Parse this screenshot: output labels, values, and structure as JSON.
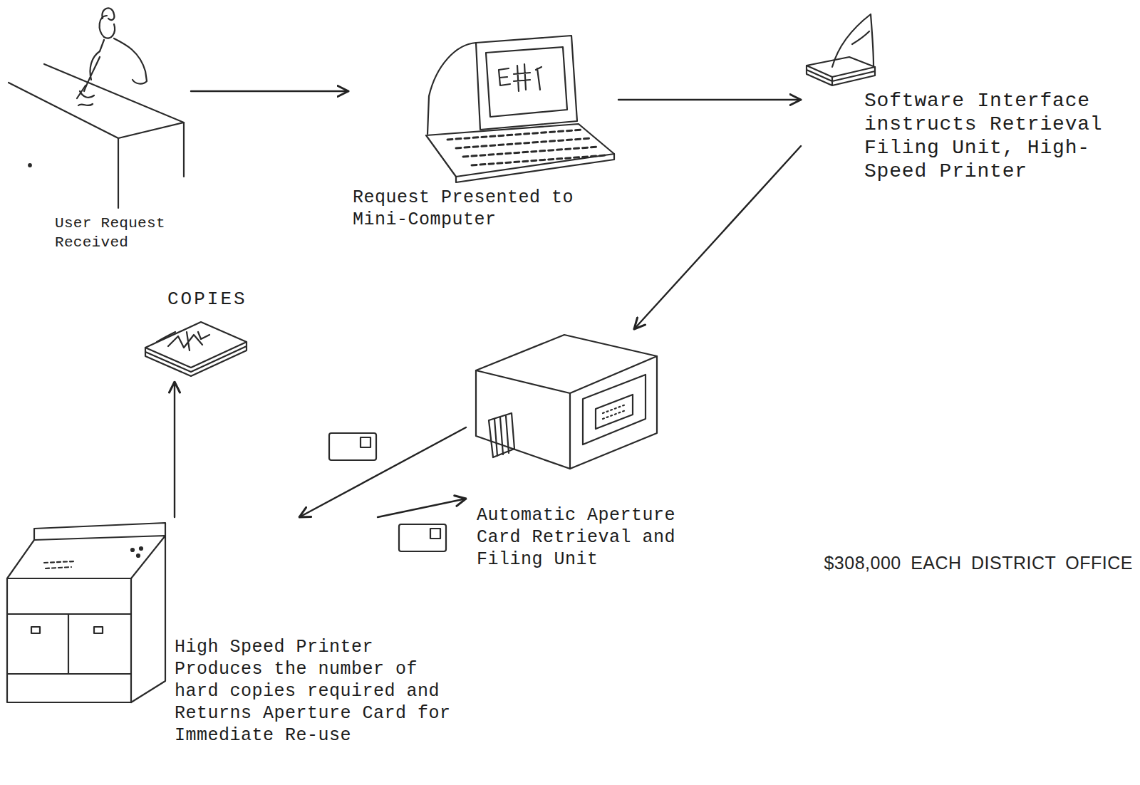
{
  "diagram": {
    "nodes": [
      {
        "text": [
          "User Request Received"
        ]
      },
      {
        "text": [
          "Request Presented to Mini-Computer"
        ]
      },
      {
        "text": [
          "Software Interface instructs Retrieval Filing Unit, High-Speed Printer"
        ]
      },
      {
        "text": [
          "Automatic Aperture Card Retrieval and Filing Unit"
        ]
      },
      {
        "text": [
          "High Speed Printer Produces the number of hard copies required and Returns Aperture Card for Immediate Re-use"
        ]
      },
      {
        "text": [
          "COPIES"
        ]
      }
    ],
    "edges": [
      {
        "from": 0,
        "to": 1,
        "arrow": "to"
      },
      {
        "from": 1,
        "to": 2,
        "arrow": "to"
      },
      {
        "from": 2,
        "to": 3,
        "arrow": "to"
      },
      {
        "from": 3,
        "to": 4,
        "arrow": "to"
      },
      {
        "from": 4,
        "to": 3,
        "arrow": "to"
      },
      {
        "from": 4,
        "to": 5,
        "arrow": "to"
      }
    ],
    "labels": [
      "$308,000 EACH DISTRICT OFFICE"
    ]
  }
}
